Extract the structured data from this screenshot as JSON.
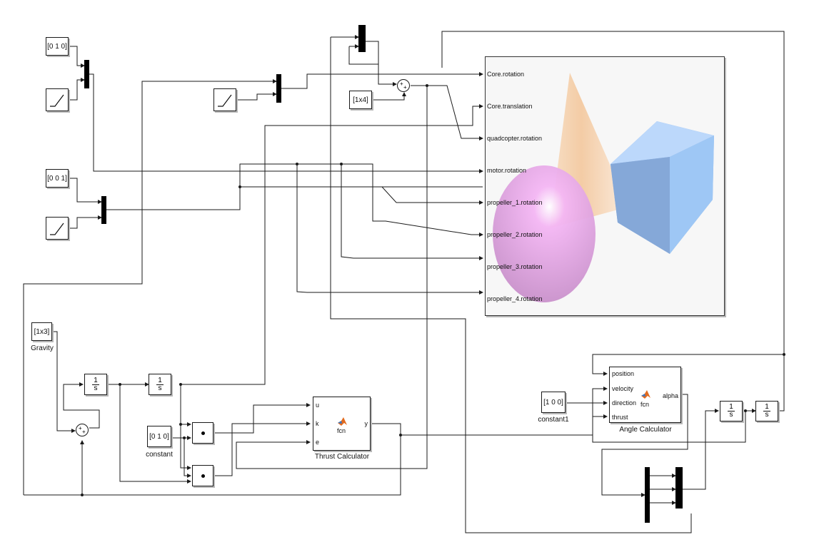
{
  "constants": {
    "c010_top": "[0 1 0]",
    "c001": "[0 0 1]",
    "c1x4": "[1x4]",
    "gravity_value": "[1x3]",
    "gravity_label": "Gravity",
    "c010_bottom": "[0 1 0]",
    "constant_label": "constant",
    "c100": "[1 0 0]",
    "constant1_label": "constant1"
  },
  "integrator": {
    "numerator": "1",
    "denominator": "s"
  },
  "sum_signs": {
    "plus": "+"
  },
  "thrust_calculator": {
    "title": "Thrust Calculator",
    "fcn": "fcn",
    "inputs": [
      "u",
      "k",
      "e"
    ],
    "output": "y"
  },
  "angle_calculator": {
    "title": "Angle Calculator",
    "fcn": "fcn",
    "inputs": [
      "position",
      "velocity",
      "direction",
      "thrust"
    ],
    "output": "alpha"
  },
  "viewer_ports": [
    "Core.rotation",
    "Core.translation",
    "quadcopter.rotation",
    "motor.rotation",
    "propeller_1.rotation",
    "propeller_2.rotation",
    "propeller_3.rotation",
    "propeller_4.rotation"
  ],
  "colors": {
    "wire": "#1a1a1a",
    "sphere": "#f2a3f0",
    "cube": "#9ec7f5",
    "cone": "#f6d3ad"
  },
  "icons": {
    "ramp": "ramp-icon",
    "matlab": "matlab-function-icon",
    "scene": "vr-scene-icon"
  }
}
